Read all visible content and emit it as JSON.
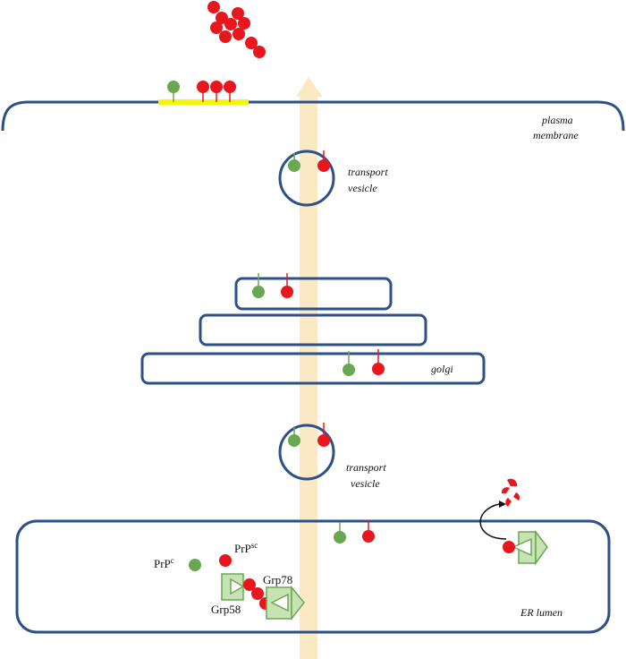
{
  "labels": {
    "plasma_membrane_line1": "plasma",
    "plasma_membrane_line2": "membrane",
    "vesicle_top_line1": "transport",
    "vesicle_top_line2": "vesicle",
    "golgi": "golgi",
    "vesicle_bottom_line1": "transport",
    "vesicle_bottom_line2": "vesicle",
    "er_lumen": "ER lumen",
    "prpc_base": "PrP",
    "prpc_sup": "c",
    "prpsc_base": "PrP",
    "prpsc_sup": "sc",
    "grp78": "Grp78",
    "grp58": "Grp58"
  },
  "colors": {
    "membrane_blue": "#2d4f8a",
    "prpc_green": "#6aa84f",
    "prpsc_red": "#e8171d",
    "raft_yellow": "#f5f50a",
    "transport_arrow": "#fbe9c4",
    "chaperone_fill": "#c7e3b4",
    "chaperone_stroke": "#6aa84f"
  },
  "icons": {
    "transport_arrow": "up-arrow",
    "degradation_arrow": "curved-arrow"
  }
}
